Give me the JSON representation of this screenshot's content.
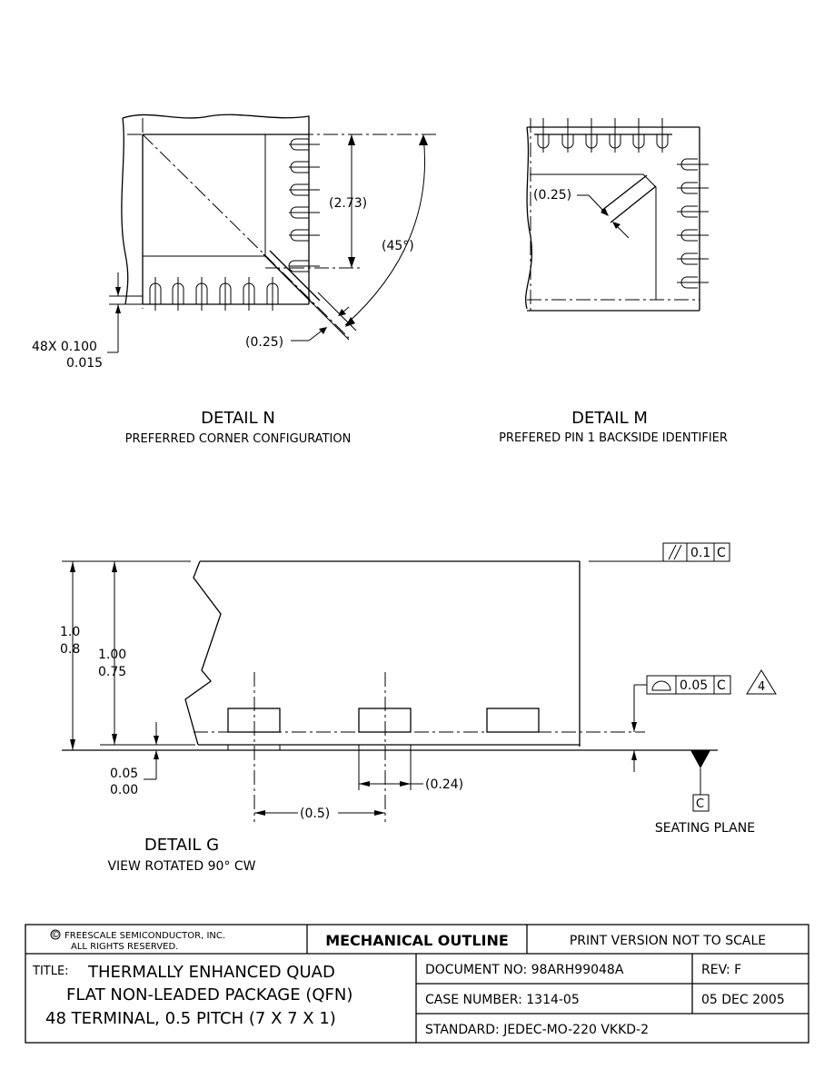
{
  "detail_n": {
    "title": "DETAIL N",
    "subtitle": "PREFERRED CORNER CONFIGURATION",
    "dim_273": "(2.73)",
    "dim_45": "(45°)",
    "dim_025": "(0.25)",
    "dim_48x_top": "48X 0.100",
    "dim_48x_bottom": "0.015"
  },
  "detail_m": {
    "title": "DETAIL M",
    "subtitle": "PREFERED PIN 1 BACKSIDE IDENTIFIER",
    "dim_025": "(0.25)"
  },
  "detail_g": {
    "title": "DETAIL G",
    "subtitle": "VIEW ROTATED 90° CW",
    "dim_height_max": "1.0",
    "dim_height_min": "0.8",
    "dim_body_max": "1.00",
    "dim_body_min": "0.75",
    "dim_standoff_max": "0.05",
    "dim_standoff_min": "0.00",
    "dim_pitch": "(0.5)",
    "dim_lead_width": "(0.24)",
    "parallelism": {
      "symbol": "//",
      "tolerance": "0.1",
      "datum": "C"
    },
    "coplanarity": {
      "tolerance": "0.05",
      "datum": "C",
      "note": "4"
    },
    "datum_label": "C",
    "seating_plane": "SEATING PLANE"
  },
  "title_block": {
    "copyright_line1": "FREESCALE SEMICONDUCTOR, INC.",
    "copyright_line2": "ALL RIGHTS RESERVED.",
    "copyright_symbol": "©",
    "header": "MECHANICAL OUTLINE",
    "print_note": "PRINT VERSION NOT TO SCALE",
    "title_label": "TITLE:",
    "title_line1": "THERMALLY ENHANCED QUAD",
    "title_line2": "FLAT NON-LEADED PACKAGE (QFN)",
    "title_line3": "48 TERMINAL, 0.5 PITCH (7 X 7 X 1)",
    "document_no": "DOCUMENT NO: 98ARH99048A",
    "rev": "REV: F",
    "case_number": "CASE NUMBER: 1314-05",
    "date": "05 DEC 2005",
    "standard": "STANDARD: JEDEC-MO-220 VKKD-2"
  }
}
